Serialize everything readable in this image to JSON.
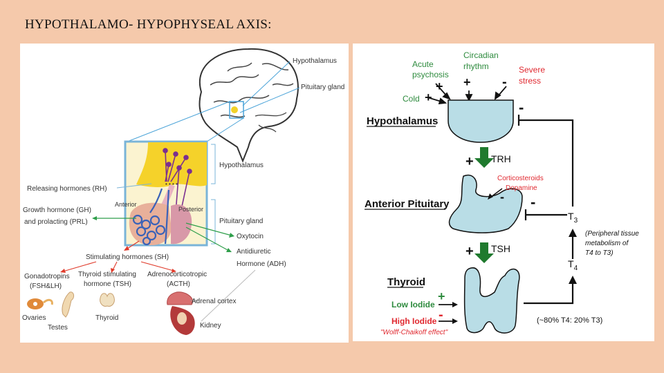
{
  "title": "HYPOTHALAMO- HYPOPHYSEAL AXIS:",
  "left": {
    "labels": {
      "hypothalamus_top": "Hypothalamus",
      "pituitary_top": "Pituitary gland",
      "hypothalamus_box": "Hypothalamus",
      "releasing": "Releasing hormones (RH)",
      "anterior": "Anterior",
      "posterior": "Posterior",
      "gh": "Growth hormone (GH)",
      "prl": "and prolacting (PRL)",
      "pituitary_box": "Pituitary gland",
      "oxytocin": "Oxytocin",
      "adh1": "Antidiuretic",
      "adh2": "Hormone (ADH)",
      "sh": "Stimulating hormones (SH)",
      "gonado1": "Gonadotropins",
      "gonado2": "(FSH&LH)",
      "tsh1": "Thyroid stimulating",
      "tsh2": "hormone (TSH)",
      "acth1": "Adrenocorticotropic",
      "acth2": "(ACTH)",
      "adrenal": "Adrenal cortex",
      "kidney": "Kidney",
      "ovaries": "Ovaries",
      "testes": "Testes",
      "thyroid": "Thyroid"
    }
  },
  "right": {
    "labels": {
      "acute1": "Acute",
      "acute2": "psychosis",
      "circ1": "Circadian",
      "circ2": "rhythm",
      "severe1": "Severe",
      "severe2": "stress",
      "cold": "Cold",
      "hypothalamus": "Hypothalamus",
      "trh": "TRH",
      "cortico": "Corticosteroids",
      "dopamine": "Dopamine",
      "anterior_pituitary": "Anterior Pituitary",
      "t3": "T",
      "t3_sub": "3",
      "peripheral1": "(Peripheral tissue",
      "peripheral2": "metabolism of",
      "peripheral3": "T4 to T3)",
      "t4": "T",
      "t4_sub": "4",
      "tsh": "TSH",
      "thyroid": "Thyroid",
      "low_iodide": "Low Iodide",
      "high_iodide": "High Iodide",
      "wolff": "\"Wolff-Chaikoff effect\"",
      "ratio": "(~80% T4: 20% T3)",
      "plus": "+",
      "minus": "-"
    },
    "colors": {
      "gland_fill": "#b9dde6",
      "green": "#2e8b3e",
      "red": "#e0282f",
      "dark_green_arrow": "#1f7a2e"
    }
  }
}
